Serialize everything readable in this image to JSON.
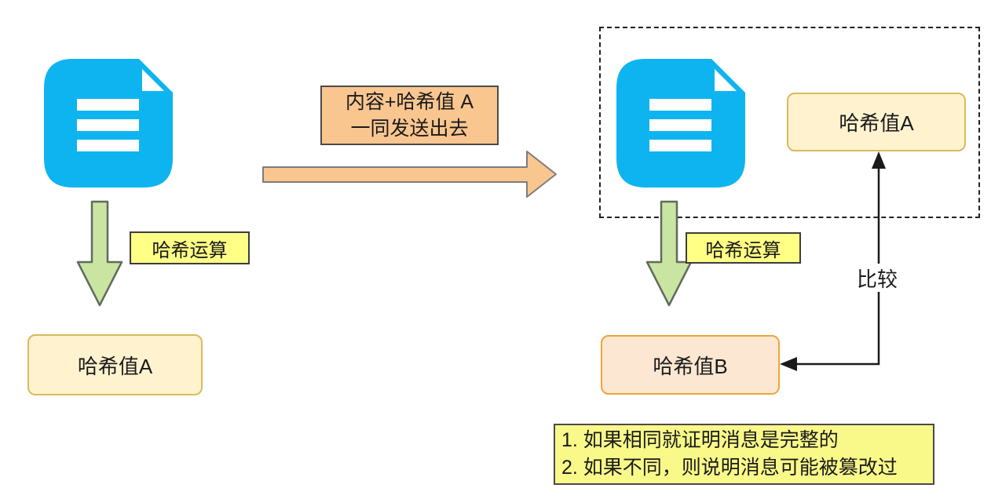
{
  "diagram": {
    "topic": "hash-integrity-verification"
  },
  "colors": {
    "document_blue": "#0eb4f0",
    "arrow_green_fill": "#c9e5a1",
    "arrow_green_border": "#5f6b5f",
    "label_yellow": "#ffff85",
    "box_cream_fill": "#fff3cf",
    "box_cream_border": "#d9b95e",
    "transfer_peach_fill": "#fac690",
    "box_peach_fill": "#fce7d2",
    "box_peach_border": "#f0a43b",
    "note_yellow": "#f9f98a",
    "line_black": "#1a1a1a"
  },
  "sender": {
    "document_icon": "document-icon",
    "hash_op_label": "哈希运算",
    "hash_value_label": "哈希值A"
  },
  "transfer": {
    "line1": "内容+哈希值 A",
    "line2": "一同发送出去"
  },
  "receiver": {
    "document_icon": "document-icon",
    "hash_value_a_label": "哈希值A",
    "hash_op_label": "哈希运算",
    "hash_value_b_label": "哈希值B",
    "compare_label": "比较"
  },
  "notes": {
    "line1": "1. 如果相同就证明消息是完整的",
    "line2": "2. 如果不同，则说明消息可能被篡改过"
  }
}
